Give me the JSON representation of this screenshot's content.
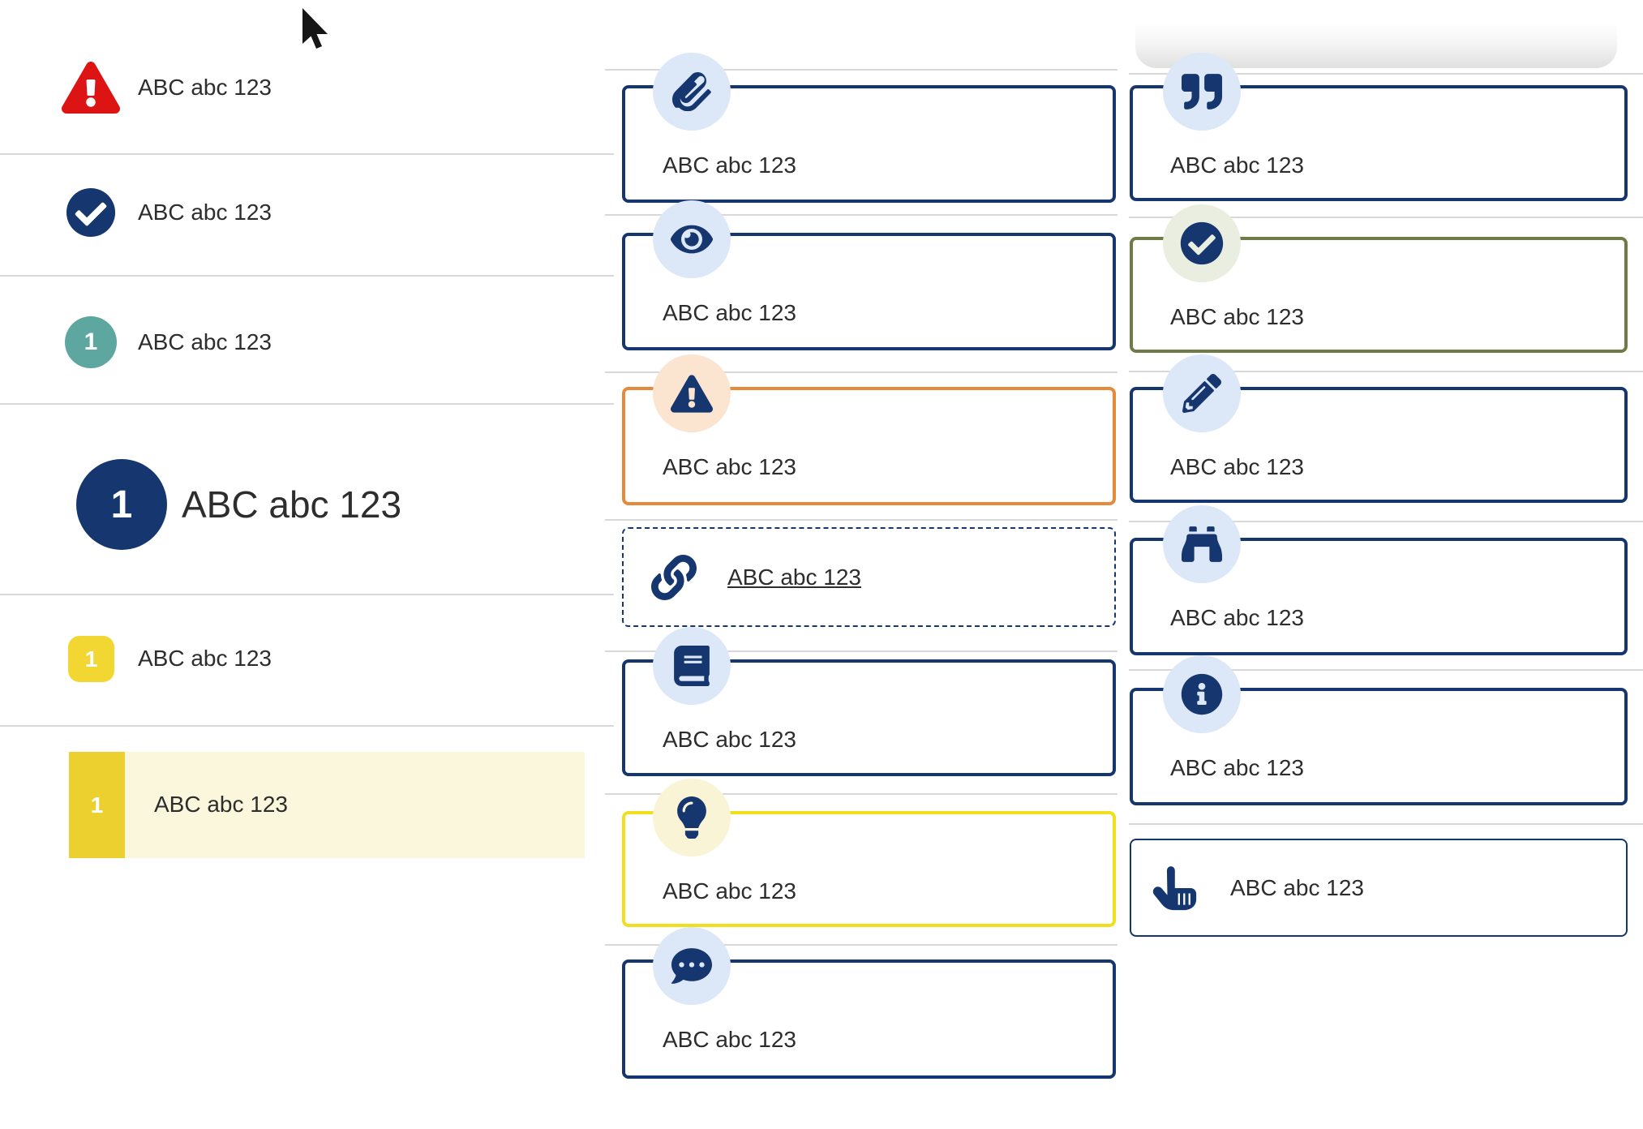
{
  "colors": {
    "navy": "#15366e",
    "red": "#dc1414",
    "teal": "#5da7a0",
    "yellow_badge": "#f2d732",
    "yellow_bar": "#ecd02f",
    "yellow_highlight": "#fbf7dd",
    "orange_border": "#e6893b",
    "olive_border": "#6f7b46",
    "yellow_border": "#efdf1c",
    "circle_blue": "#dce7f8",
    "circle_peach": "#fbe4d0",
    "circle_green": "#eaeee0",
    "circle_yellow": "#faf4d6",
    "divider": "#d8d8d8",
    "text": "#2d2d2d"
  },
  "left_list": {
    "items": [
      {
        "icon": "warning-triangle-icon",
        "label": "ABC abc 123"
      },
      {
        "icon": "check-circle-icon",
        "label": "ABC abc 123"
      },
      {
        "icon": "number-badge-circle",
        "badge": "1",
        "label": "ABC abc 123"
      },
      {
        "icon": "number-badge-circle-large",
        "badge": "1",
        "label": "ABC abc 123"
      },
      {
        "icon": "number-badge-square",
        "badge": "1",
        "label": "ABC abc 123"
      },
      {
        "icon": "number-badge-bar",
        "badge": "1",
        "label": "ABC abc 123"
      }
    ]
  },
  "middle_column": {
    "cards": [
      {
        "icon": "paperclip-icon",
        "label": "ABC abc 123"
      },
      {
        "icon": "eye-icon",
        "label": "ABC abc 123"
      },
      {
        "icon": "warning-triangle-icon",
        "label": "ABC abc 123"
      },
      {
        "icon": "link-icon",
        "label": "ABC abc 123"
      },
      {
        "icon": "book-icon",
        "label": "ABC abc 123"
      },
      {
        "icon": "lightbulb-icon",
        "label": "ABC abc 123"
      },
      {
        "icon": "chat-dots-icon",
        "label": "ABC abc 123"
      }
    ]
  },
  "right_column": {
    "cards": [
      {
        "icon": "quote-icon",
        "label": "ABC abc 123"
      },
      {
        "icon": "check-circle-icon",
        "label": "ABC abc 123"
      },
      {
        "icon": "pencil-icon",
        "label": "ABC abc 123"
      },
      {
        "icon": "binoculars-icon",
        "label": "ABC abc 123"
      },
      {
        "icon": "info-circle-icon",
        "label": "ABC abc 123"
      },
      {
        "icon": "hand-point-up-icon",
        "label": "ABC abc 123"
      }
    ]
  },
  "overlay": {
    "cursor_icon": "arrow-cursor-icon"
  }
}
